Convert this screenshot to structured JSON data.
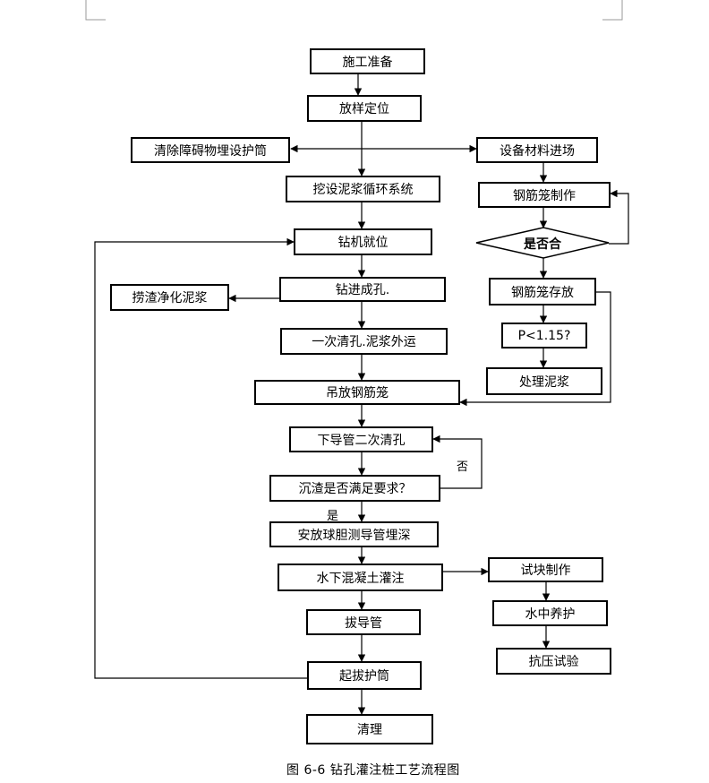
{
  "nodes": {
    "prep": "施工准备",
    "stakeout": "放样定位",
    "clear": "清除障碍物埋设护筒",
    "materials": "设备材料进场",
    "slurry_sys": "挖设泥浆循环系统",
    "cage_make": "钢筋笼制作",
    "qualified": "是否合",
    "rig_pos": "钻机就位",
    "cage_store": "钢筋笼存放",
    "slag": "捞渣净化泥浆",
    "drill": "钻进成孔.",
    "p_check": "P<1.15?",
    "clean1": "一次清孔.泥浆外运",
    "mud": "处理泥浆",
    "hoist": "吊放钢筋笼",
    "tremie": "下导管二次清孔",
    "sediment": "沉渣是否满足要求？",
    "install": "安放球胆测导管埋深",
    "pour": "水下混凝土灌注",
    "specimen": "试块制作",
    "cure": "水中养护",
    "pull": "拔导管",
    "test": "抗压试验",
    "casing": "起拔护筒",
    "cleanup": "清理"
  },
  "labels": {
    "no": "否",
    "yes": "是"
  },
  "caption": "图 6-6 钻孔灌注桩工艺流程图"
}
